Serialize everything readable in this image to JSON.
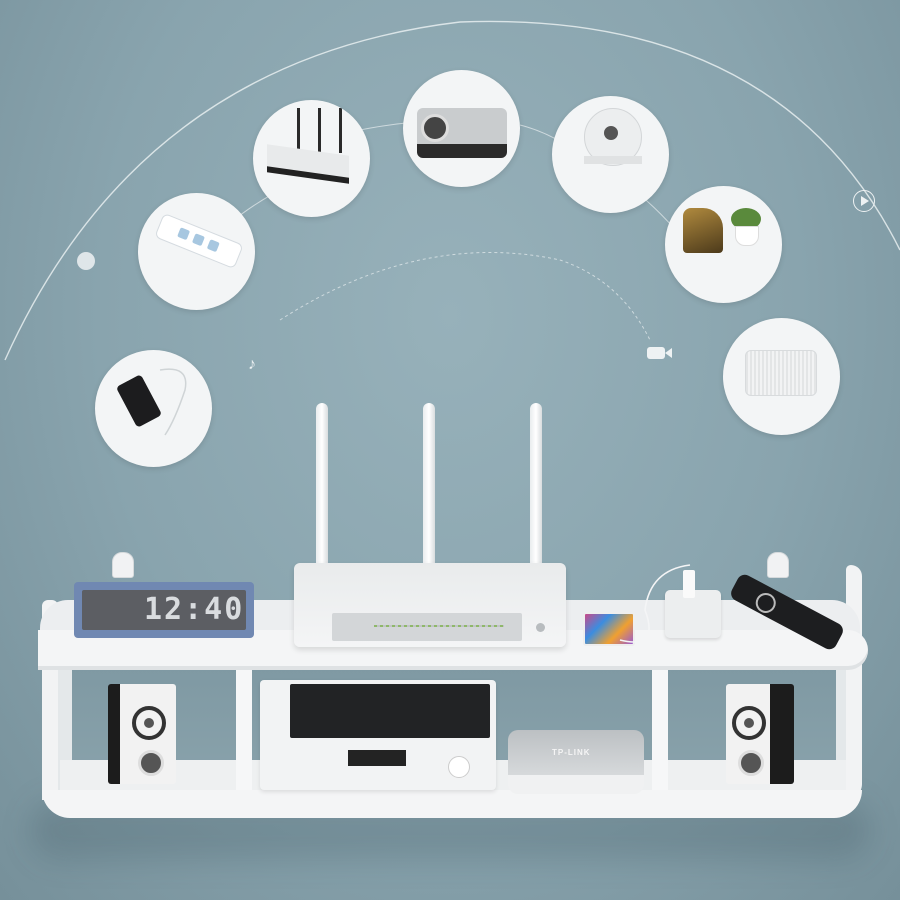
{
  "scene": {
    "description": "Wall-mounted white floating shelf holding a Wi-Fi router and home electronics, with circular icons of compatible devices arranged along arcs above",
    "background_color": "#89a4ae",
    "shelf_color": "#f4f5f6"
  },
  "bubbles": [
    {
      "name": "phone-charging",
      "label": "Smartphone"
    },
    {
      "name": "power-strip",
      "label": "Power strip"
    },
    {
      "name": "router-small",
      "label": "Router"
    },
    {
      "name": "projector",
      "label": "Projector"
    },
    {
      "name": "security-camera",
      "label": "Dome camera"
    },
    {
      "name": "decor-plant",
      "label": "Decor & plant"
    },
    {
      "name": "speaker-box",
      "label": "Bluetooth speaker"
    }
  ],
  "arc_icons": [
    "music-note-icon",
    "video-camera-icon",
    "play-icon"
  ],
  "shelf_items": {
    "clock_display": "12:40",
    "tv_box_brand": "TP-LINK"
  }
}
